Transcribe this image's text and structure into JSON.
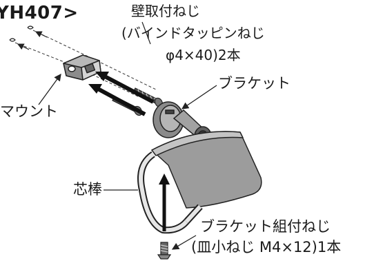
{
  "model_label": "YH407>",
  "labels": {
    "wall_screw_line1": "壁取付ねじ",
    "wall_screw_line2": "(バインドタッピンねじ",
    "wall_screw_line3": "φ4×40)2本",
    "bracket": "ブラケット",
    "mount": "マウント",
    "core_shaft": "芯棒",
    "bracket_screw_line1": "ブラケット組付ねじ",
    "bracket_screw_line2": "(皿小ねじ M4×12)1本"
  }
}
